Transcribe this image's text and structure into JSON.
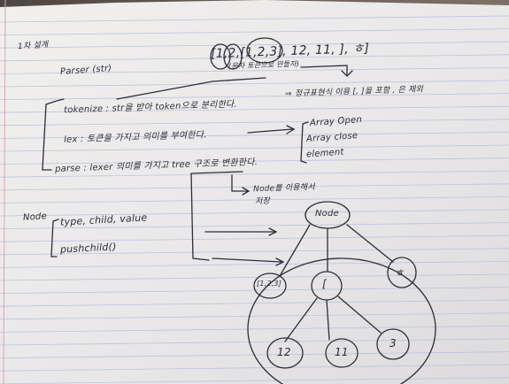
{
  "notes": {
    "corner_heading": "1차 설계",
    "input_example": "[1,2,[1,2,3], 12, 11, ], ㅎ]",
    "input_caption": "(문자 토큰으로 만들자)",
    "parser_label": "Parser (str)",
    "tokenize_line": "tokenize : str을 받아 token으로 분리한다.",
    "tokenize_note": "⇒ 정규표현식 이용 [, ]을 포함 , 은 제외",
    "lex_line": "lex : 토큰을 가지고 의미를 부여한다.",
    "lex_types": [
      "Array Open",
      "Array close",
      "element"
    ],
    "parse_line": "parse : lexer 의미를 가지고 tree 구조로 변환한다.",
    "parse_note_1": "Node를 이용해서",
    "parse_note_2": "저장",
    "node_label": "Node",
    "node_fields": "type, child, value",
    "node_method": "pushchild()",
    "tree": {
      "root": "Node",
      "children": [
        "[1,2,3]",
        "[",
        "ㅎ"
      ],
      "grandchildren": [
        "12",
        "11",
        "3"
      ]
    }
  },
  "colors": {
    "ink": "#2d2d3a",
    "paper": "#ece9e8",
    "rule_lines": "#b9c5dc",
    "margin_line": "#d7a6b2"
  }
}
